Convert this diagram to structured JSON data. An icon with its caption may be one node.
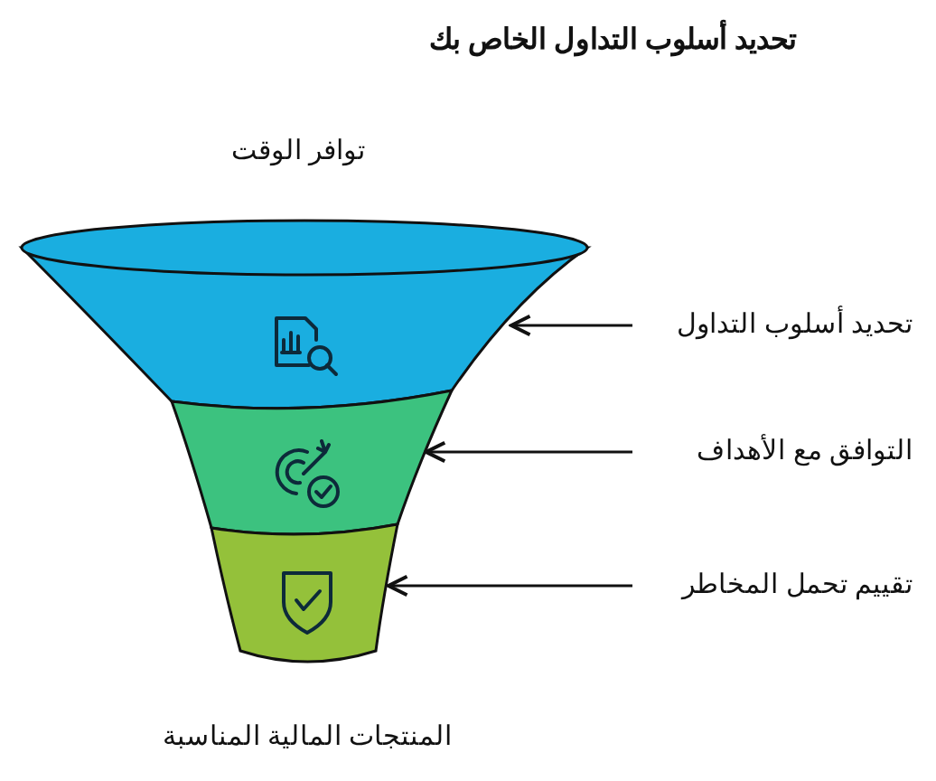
{
  "diagram": {
    "title": "تحديد أسلوب التداول الخاص بك",
    "nodes": [
      {
        "text": [],
        "shape": "band"
      },
      {
        "text": [],
        "shape": "band"
      },
      {
        "text": [],
        "shape": "band"
      },
      {
        "text": [
          "تحديد أسلوب التداول"
        ]
      },
      {
        "text": [
          "التوافق مع الأهداف"
        ]
      },
      {
        "text": [
          "تقييم تحمل المخاطر"
        ]
      }
    ],
    "edges": [
      {
        "from": 3,
        "to": 0,
        "arrow": "to"
      },
      {
        "from": 4,
        "to": 1,
        "arrow": "to"
      },
      {
        "from": 5,
        "to": 2,
        "arrow": "to"
      }
    ],
    "labels": [
      "توافر الوقت",
      "المنتجات المالية المناسبة"
    ]
  }
}
